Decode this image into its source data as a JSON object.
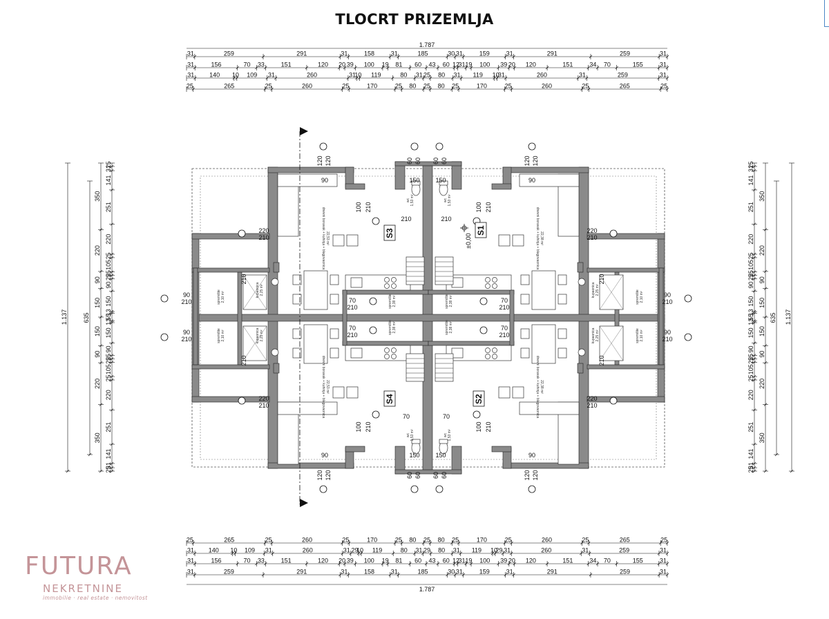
{
  "title": "TLOCRT PRIZEMLJA",
  "dims": {
    "top": [
      [
        "31",
        "259",
        "291",
        "31",
        "158",
        "31",
        "185",
        "30",
        "31",
        "159",
        "31",
        "291",
        "259",
        "31"
      ],
      [
        "31",
        "156",
        "70",
        "33",
        "151",
        "120",
        "20",
        "39",
        "100",
        "19",
        "81",
        "60",
        "43",
        "60",
        "12",
        "31",
        "19",
        "100",
        "39",
        "20",
        "120",
        "151",
        "34",
        "70",
        "155",
        "31"
      ],
      [
        "31",
        "140",
        "10",
        "109",
        "31",
        "260",
        "31",
        "10",
        "119",
        "80",
        "31",
        "25",
        "80",
        "31",
        "119",
        "10",
        "31",
        "260",
        "31",
        "259",
        "31"
      ],
      [
        "25",
        "265",
        "25",
        "260",
        "25",
        "170",
        "25",
        "80",
        "25",
        "80",
        "25",
        "170",
        "25",
        "260",
        "25",
        "265",
        "25"
      ]
    ],
    "top_total": "1.787",
    "bottom": [
      [
        "25",
        "265",
        "25",
        "260",
        "25",
        "170",
        "25",
        "80",
        "25",
        "80",
        "25",
        "170",
        "25",
        "260",
        "25",
        "265",
        "25"
      ],
      [
        "31",
        "140",
        "10",
        "109",
        "31",
        "260",
        "31",
        "29",
        "10",
        "119",
        "80",
        "31",
        "29",
        "80",
        "31",
        "119",
        "10",
        "29",
        "31",
        "260",
        "31",
        "259",
        "31"
      ],
      [
        "31",
        "156",
        "70",
        "33",
        "151",
        "120",
        "20",
        "39",
        "100",
        "19",
        "81",
        "60",
        "43",
        "60",
        "12",
        "31",
        "19",
        "100",
        "39",
        "20",
        "120",
        "151",
        "34",
        "70",
        "155",
        "31"
      ],
      [
        "31",
        "259",
        "291",
        "31",
        "158",
        "31",
        "185",
        "30",
        "31",
        "159",
        "31",
        "291",
        "259",
        "31"
      ]
    ],
    "bottom_total": "1.787",
    "left": [
      [
        "25",
        "31",
        "141",
        "251",
        "220",
        "25",
        "105",
        "25",
        "25",
        "90",
        "150",
        "13",
        "55",
        "13",
        "150",
        "90",
        "25",
        "25",
        "105",
        "25",
        "220",
        "251",
        "141",
        "31",
        "25"
      ],
      [
        "350",
        "220",
        "90",
        "150",
        "150",
        "90",
        "220",
        "350"
      ],
      [
        "635"
      ],
      [
        "1.137"
      ]
    ],
    "right": [
      [
        "25",
        "31",
        "141",
        "251",
        "220",
        "25",
        "105",
        "25",
        "25",
        "90",
        "150",
        "13",
        "55",
        "13",
        "150",
        "90",
        "25",
        "25",
        "105",
        "25",
        "220",
        "251",
        "141",
        "31",
        "25"
      ],
      [
        "350",
        "220",
        "90",
        "150",
        "150",
        "90",
        "220",
        "350"
      ],
      [
        "635"
      ],
      [
        "1.137"
      ]
    ]
  },
  "units": {
    "s1": "S1",
    "s2": "S2",
    "s3": "S3",
    "s4": "S4"
  },
  "level": "±0,00",
  "openings": {
    "w90": "90",
    "w120": "120",
    "w60": "60",
    "w150": "150",
    "w100": "100",
    "w210": "210",
    "w220": "220",
    "w70": "70"
  },
  "rooms": {
    "living": "dnevni boravak + kuhinja + blagovaonica",
    "living_area_a": "22,53 m²",
    "living_area_b": "22,38 m²",
    "bath": "kupaonica",
    "bath_area": "2,25 m²",
    "wc": "wc",
    "wc_area": "1,53 m²",
    "storage": "spremište",
    "storage_area": "2,10 m²",
    "hall": "spremište",
    "hall_area": "2,38 m²"
  },
  "logo": {
    "brand": "FUTURA",
    "sub": "NEKRETNINE",
    "tagline": "immobilie · real estate · nemovitost"
  },
  "colors": {
    "wall": "#8a8a8a",
    "ink": "#111111",
    "brand": "#c49498",
    "accent": "#4a86c5"
  }
}
